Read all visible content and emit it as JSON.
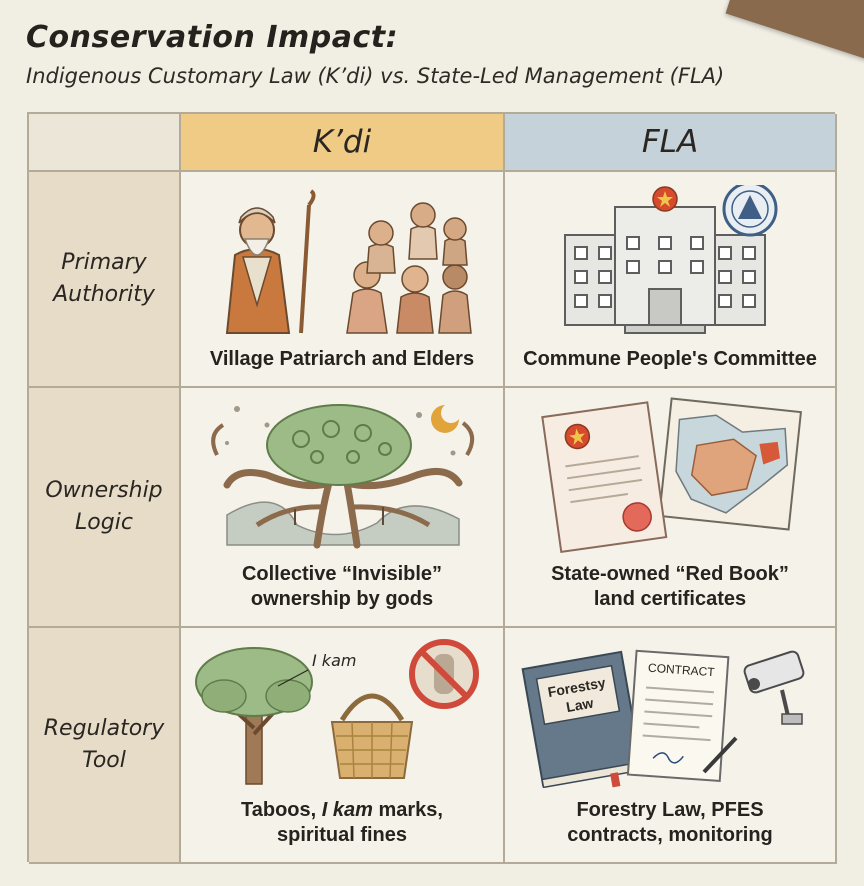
{
  "title": "Conservation Impact:",
  "subtitle": "Indigenous Customary Law (K’di) vs. State-Led Management (FLA)",
  "columns": {
    "kdi": "K’di",
    "fla": "FLA"
  },
  "rows": [
    {
      "label_line1": "Primary",
      "label_line2": "Authority",
      "kdi_caption": "Village Patriarch and Elders",
      "fla_caption": "Commune People's Committee"
    },
    {
      "label_line1": "Ownership",
      "label_line2": "Logic",
      "kdi_caption_line1": "Collective “Invisible”",
      "kdi_caption_line2": "ownership by gods",
      "fla_caption_line1": "State-owned “Red Book”",
      "fla_caption_line2": "land certificates"
    },
    {
      "label_line1": "Regulatory",
      "label_line2": "Tool",
      "kdi_caption_line1_a": "Taboos, ",
      "kdi_caption_line1_b": "I kam",
      "kdi_caption_line1_c": " marks,",
      "kdi_caption_line2": "spiritual fines",
      "fla_caption_line1": "Forestry Law, PFES",
      "fla_caption_line2": "contracts, monitoring"
    }
  ],
  "illustration_text": {
    "tree_mark": "I kam",
    "book_title_line1": "Forestsy",
    "book_title_line2": "Law",
    "contract_label": "CONTRACT"
  },
  "colors": {
    "kdi_header": "#f0cb85",
    "fla_header": "#c6d2da",
    "row_header": "#e7dcc8",
    "background": "#f1eee4"
  }
}
